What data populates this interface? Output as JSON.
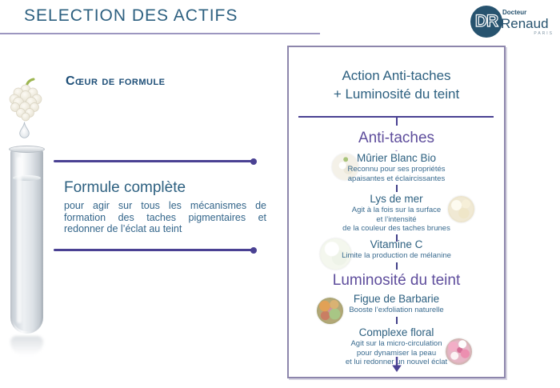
{
  "slide": {
    "title": "SELECTION DES ACTIFS"
  },
  "logo": {
    "monogram": "DR",
    "name_top": "Docteur",
    "name_main": "Renaud",
    "city": "PARIS"
  },
  "left_panel": {
    "kicker": "Cœur de formule",
    "heading": "Formule complète",
    "body": "pour agir sur tous les mécanismes de formation des taches pigmentaires et redonner de l’éclat au teint"
  },
  "diagram": {
    "title": "Action Anti-taches\n+ Luminosité du teint",
    "sections": [
      {
        "heading": "Anti-taches",
        "dash": "-",
        "items": [
          {
            "name": "Mûrier Blanc Bio",
            "desc": "Reconnu pour ses propriétés\napaisantes et éclaircissantes",
            "photo": "white-mulberry-photo"
          },
          {
            "name": "Lys de mer",
            "desc": "Agit à la fois sur la surface\net l’intensité\nde la couleur des taches brunes",
            "photo": "sea-lily-photo"
          },
          {
            "name": "Vitamine C",
            "desc": "Limite la production de mélanine",
            "photo": "vitamin-c-powder-photo"
          }
        ]
      },
      {
        "heading": "Luminosité du teint",
        "items": [
          {
            "name": "Figue de Barbarie",
            "desc": "Booste l’exfoliation naturelle",
            "photo": "prickly-pear-photo"
          },
          {
            "name": "Complexe floral",
            "desc": "Agit sur la micro-circulation\npour dynamiser la peau\net lui redonner un nouvel éclat",
            "photo": "floral-complex-photo"
          }
        ]
      }
    ]
  },
  "colors": {
    "heading_blue": "#2d6080",
    "accent_purple": "#5e4d9c",
    "connector_purple": "#4a4193",
    "box_border": "#8d86ac",
    "brand_teal": "#27536f"
  }
}
